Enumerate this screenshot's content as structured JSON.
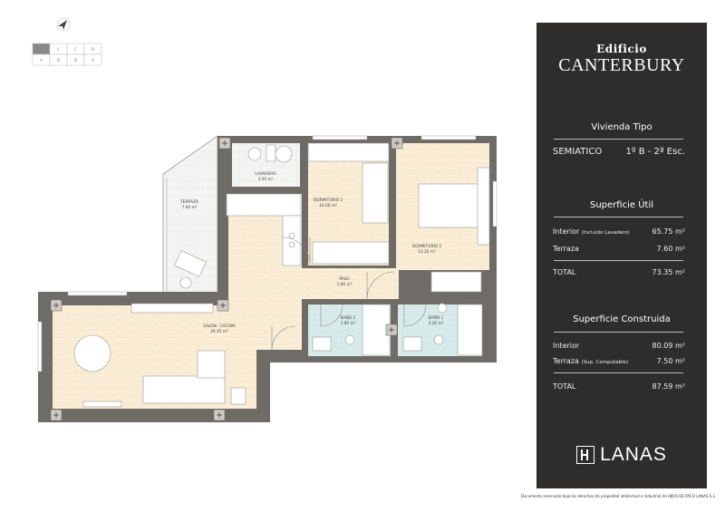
{
  "key_plan": {
    "top_row": [
      "D",
      "C",
      "C",
      "B"
    ],
    "bottom_row": [
      "A",
      "D",
      "D",
      "A"
    ],
    "highlighted": "D",
    "highlight_color": "#8a8a85"
  },
  "rooms": {
    "lavadero": {
      "name": "LAVADERO",
      "area": "3.50 m²"
    },
    "terraza": {
      "name": "TERRAZA",
      "area": "7.60 m²"
    },
    "dormitorio2": {
      "name": "DORMITORIO 2",
      "area": "10.00 m²"
    },
    "dormitorio1": {
      "name": "DORMITORIO 1",
      "area": "13.20 m²"
    },
    "paso": {
      "name": "PASO",
      "area": "1.80 m²"
    },
    "bano2": {
      "name": "BAÑO 2",
      "area": "3.80 m²"
    },
    "bano1": {
      "name": "BAÑO 1",
      "area": "4.20 m²"
    },
    "salon": {
      "name": "SALÓN - COCINA",
      "area": "29.25 m²"
    }
  },
  "colors": {
    "wall": "#6f6b67",
    "wood": "#fbeed6",
    "bath": "#d7ebea",
    "tile": "#f3f3f1",
    "panel": "#2e2d2c"
  },
  "panel": {
    "logo_top": "Edificio",
    "logo_main": "CANTERBURY",
    "vivienda_title": "Vivienda Tipo",
    "tipo": "SEMIATICO",
    "unidad": "1º B - 2ª Esc.",
    "util": {
      "title": "Superficie Útil",
      "rows": [
        {
          "label": "Interior",
          "note": "(Incluido Lavadero)",
          "value": "65.75 m²"
        },
        {
          "label": "Terraza",
          "note": "",
          "value": "7.60 m²"
        }
      ],
      "total_label": "TOTAL",
      "total_value": "73.35 m²"
    },
    "construida": {
      "title": "Superficie Construida",
      "rows": [
        {
          "label": "Interior",
          "note": "",
          "value": "80.09 m²"
        },
        {
          "label": "Terraza",
          "note": "(Sup. Computable)",
          "value": "7.50 m²"
        }
      ],
      "total_label": "TOTAL",
      "total_value": "87.59 m²"
    },
    "brand": "LANAS"
  },
  "footer": "Documento reservado bajo los derechos de propiedad intelectual e industrial de HIJOS DE PACO LANAS S.L."
}
